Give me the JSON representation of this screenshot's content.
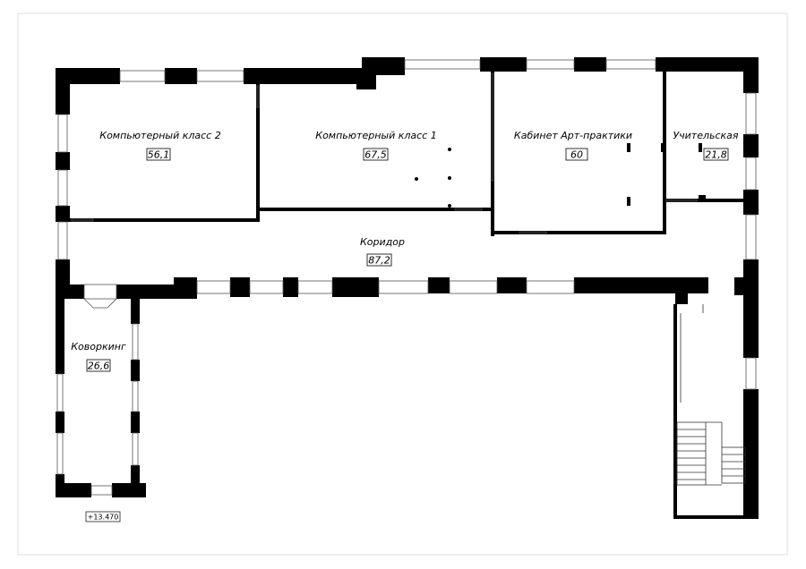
{
  "rooms": [
    {
      "name": "Компьютерный класс 2",
      "area": "56,1"
    },
    {
      "name": "Компьютерный класс 1",
      "area": "67,5"
    },
    {
      "name": "Кабинет Арт-практики",
      "area": "60"
    },
    {
      "name": "Учительская",
      "area": "21,8"
    },
    {
      "name": "Коридор",
      "area": "87,2"
    },
    {
      "name": "Коворкинг",
      "area": "26,6"
    }
  ],
  "elevation_mark": "+13.470",
  "colors": {
    "wall": "#000000",
    "window": "#555555",
    "frame": "#dddddd"
  }
}
